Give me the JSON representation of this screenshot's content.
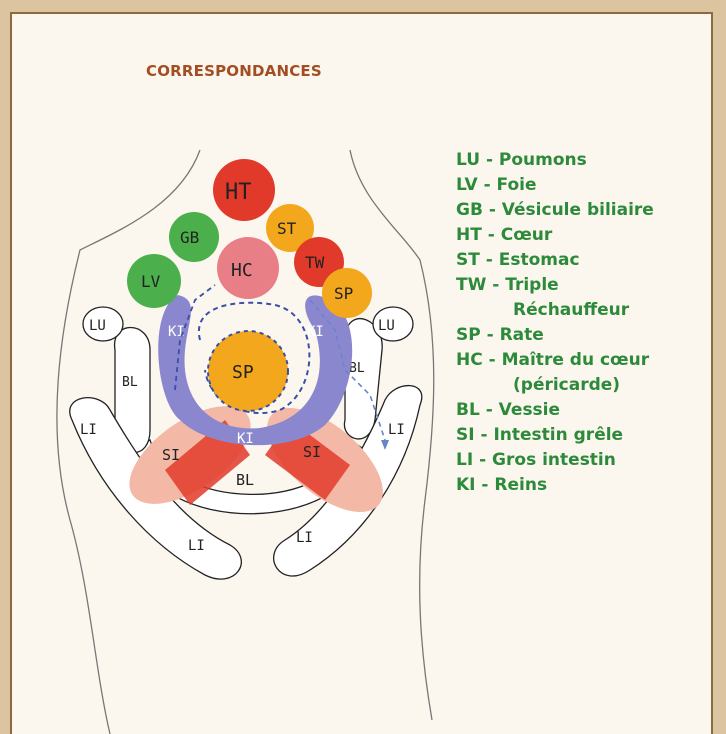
{
  "title": "CORRESPONDANCES",
  "legend": [
    {
      "text": "LU - Poumons"
    },
    {
      "text": "LV - Foie"
    },
    {
      "text": "GB - Vésicule biliaire"
    },
    {
      "text": "HT - Cœur"
    },
    {
      "text": "ST - Estomac"
    },
    {
      "text": "TW - Triple",
      "cont": "Réchauffeur"
    },
    {
      "text": "SP - Rate"
    },
    {
      "text": "HC - Maître du cœur",
      "cont": "(péricarde)"
    },
    {
      "text": "BL - Vessie"
    },
    {
      "text": "SI - Intestin grêle"
    },
    {
      "text": "LI - Gros intestin"
    },
    {
      "text": "KI - Reins"
    }
  ],
  "zones": {
    "ht": "HT",
    "gb": "GB",
    "st": "ST",
    "hc": "HC",
    "tw": "TW",
    "lv": "LV",
    "sp_small": "SP",
    "lu": "LU",
    "ki": "KI",
    "sp": "SP",
    "bl": "BL",
    "li": "LI",
    "si": "SI"
  },
  "colors": {
    "title": "#a24d22",
    "legend": "#2c8a3a",
    "red": "#e23a2a",
    "green": "#4bb04c",
    "orange": "#f3a71c",
    "pink": "#e97f86",
    "purple": "#8b87cf",
    "salmon": "#f3b8a6"
  }
}
